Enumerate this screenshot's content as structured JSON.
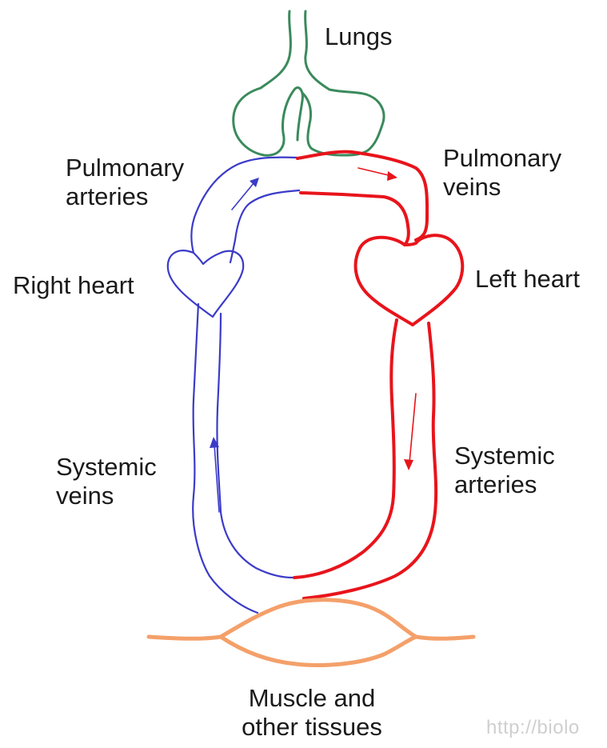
{
  "labels": {
    "lungs": "Lungs",
    "pulmonary_arteries": [
      "Pulmonary",
      "arteries"
    ],
    "pulmonary_veins": [
      "Pulmonary",
      "veins"
    ],
    "right_heart": "Right heart",
    "left_heart": "Left heart",
    "systemic_veins": [
      "Systemic",
      "veins"
    ],
    "systemic_arteries": [
      "Systemic",
      "arteries"
    ],
    "muscle": [
      "Muscle and",
      "other tissues"
    ]
  },
  "watermark": "http://biolo",
  "colors": {
    "lungs": "#3a8a5c",
    "deoxygenated": "#3b3bc8",
    "oxygenated": "#e8141b",
    "tissue": "#f4a06a",
    "text": "#1a1a1a"
  }
}
